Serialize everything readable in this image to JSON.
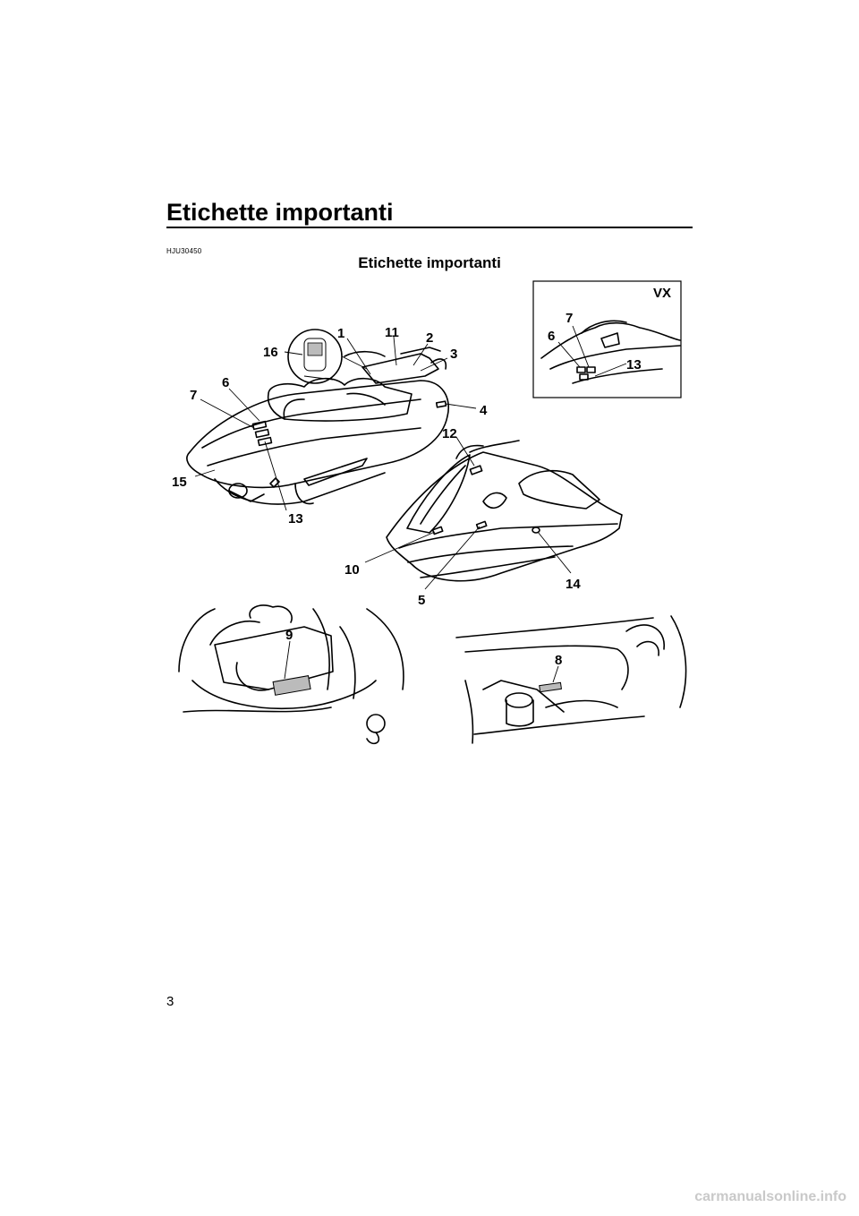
{
  "header": {
    "title": "Etichette importanti",
    "section_code": "HJU30450",
    "section_title": "Etichette importanti"
  },
  "figure": {
    "inset_label": "VX",
    "callouts_main": [
      "1",
      "11",
      "2",
      "3",
      "4",
      "16",
      "6",
      "7",
      "15",
      "13"
    ],
    "callouts_front": [
      "12",
      "10",
      "5",
      "14"
    ],
    "callouts_inset": [
      "7",
      "6",
      "13"
    ],
    "callouts_engine": [
      "9",
      "8"
    ]
  },
  "footer": {
    "page_number": "3",
    "watermark": "carmanualsonline.info"
  }
}
